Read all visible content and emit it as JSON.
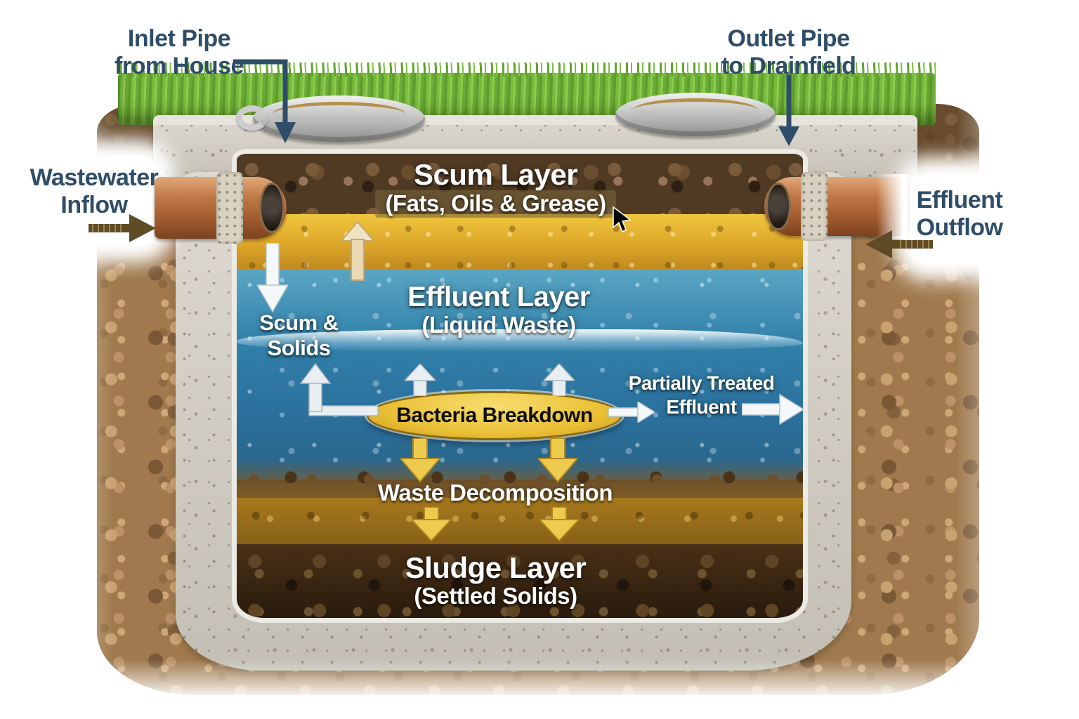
{
  "colors": {
    "label_navy": "#2e4d68",
    "grass_green": "#78bb3e",
    "soil_brown": "#a07a4e",
    "concrete_gray": "#cfcbc2",
    "pipe_copper": "#b06b42",
    "scum_gold": "#dfa92a",
    "water_blue": "#3181aa",
    "sludge_brown": "#3a2a18",
    "highlight_yellow": "#eecb4e",
    "arrow_silver": "#e8eef1"
  },
  "labels": {
    "inlet_pipe": {
      "line1": "Inlet Pipe",
      "line2": "from House"
    },
    "outlet_pipe": {
      "line1": "Outlet Pipe",
      "line2": "to Drainfield"
    },
    "wastewater_inflow": {
      "line1": "Wastewater",
      "line2": "Inflow"
    },
    "effluent_outflow": {
      "line1": "Effluent",
      "line2": "Outflow"
    },
    "scum_layer": {
      "title": "Scum Layer",
      "subtitle": "(Fats, Oils & Grease)"
    },
    "effluent_layer": {
      "title": "Effluent Layer",
      "subtitle": "(Liquid Waste)"
    },
    "scum_solids": {
      "line1": "Scum &",
      "line2": "Solids"
    },
    "bacteria_breakdown": {
      "title": "Bacteria Breakdown"
    },
    "partially_treated": {
      "line1": "Partially Treated",
      "line2": "Effluent"
    },
    "waste_decomposition": {
      "title": "Waste Decomposition"
    },
    "sludge_layer": {
      "title": "Sludge Layer",
      "subtitle": "(Settled Solids)"
    }
  }
}
